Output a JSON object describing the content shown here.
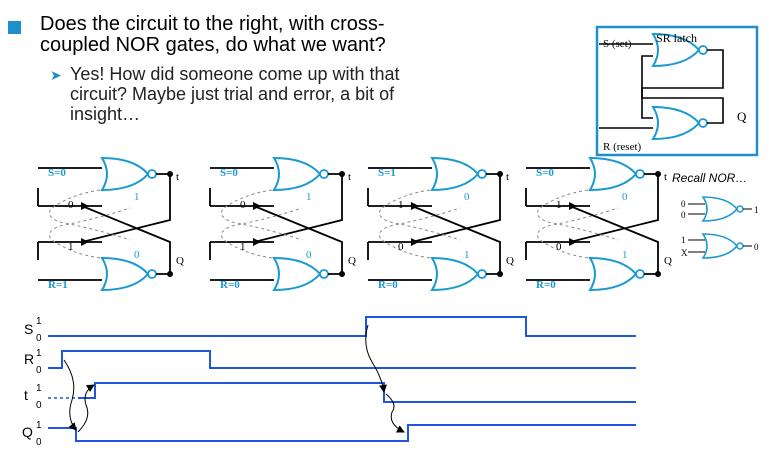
{
  "bullets": {
    "main_line1": "Does the circuit to the right, with cross-",
    "main_line2": "coupled NOR gates, do what we want?",
    "sub_line1": "Yes! How did someone come up with that",
    "sub_line2": "circuit? Maybe just trial and error, a bit of",
    "sub_line3": "insight…"
  },
  "sr_latch": {
    "title": "SR latch",
    "s_label": "S (set)",
    "r_label": "R (reset)",
    "q_label": "Q"
  },
  "states": [
    {
      "s": "S=0",
      "r": "R=1",
      "t_label": "t",
      "q_label": "Q",
      "v_top_in": "0",
      "v_t": "1",
      "v_bot_in": "1",
      "v_q": "0"
    },
    {
      "s": "S=0",
      "r": "R=0",
      "t_label": "t",
      "q_label": "Q",
      "v_top_in": "0",
      "v_t": "1",
      "v_bot_in": "1",
      "v_q": "0"
    },
    {
      "s": "S=1",
      "r": "R=0",
      "t_label": "t",
      "q_label": "Q",
      "v_top_in": "1",
      "v_t": "0",
      "v_bot_in": "0",
      "v_q": "1"
    },
    {
      "s": "S=0",
      "r": "R=0",
      "t_label": "t",
      "q_label": "Q",
      "v_top_in": "1",
      "v_t": "0",
      "v_bot_in": "0",
      "v_q": "1"
    }
  ],
  "recall": {
    "title": "Recall NOR…",
    "g1_in_a": "0",
    "g1_in_b": "0",
    "g1_out": "1",
    "g2_in_a": "1",
    "g2_in_b": "X",
    "g2_out": "0"
  },
  "timing": {
    "signals": [
      {
        "name": "S",
        "high": "1",
        "low": "0"
      },
      {
        "name": "R",
        "high": "1",
        "low": "0"
      },
      {
        "name": "t",
        "high": "1",
        "low": "0"
      },
      {
        "name": "Q",
        "high": "1",
        "low": "0"
      }
    ],
    "color": "#1f56e0"
  },
  "colors": {
    "accent": "#1e8fc8",
    "gate": "#1a9ad0",
    "trace": "#1f56e0"
  }
}
